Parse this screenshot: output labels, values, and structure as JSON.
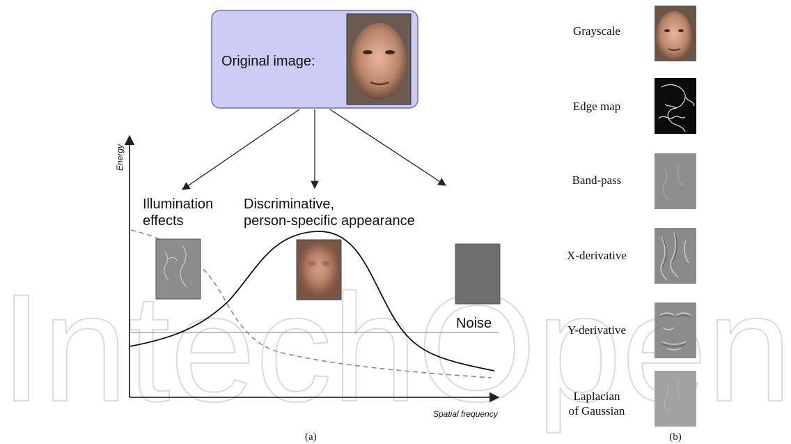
{
  "watermark": "IntechOpen",
  "panel_a": {
    "source_box_label": "Original image:",
    "y_axis_label": "Energy",
    "x_axis_label": "Spatial frequency",
    "regions": {
      "illumination_line1": "Illumination",
      "illumination_line2": "effects",
      "discriminative_line1": "Discriminative,",
      "discriminative_line2": "person-specific appearance",
      "noise": "Noise"
    },
    "caption": "(a)"
  },
  "panel_b": {
    "items": [
      {
        "label_lines": [
          "Grayscale"
        ],
        "icon": "grayscale-face-thumbnail"
      },
      {
        "label_lines": [
          "Edge map"
        ],
        "icon": "edge-map-thumbnail"
      },
      {
        "label_lines": [
          "Band-pass"
        ],
        "icon": "band-pass-thumbnail"
      },
      {
        "label_lines": [
          "X-derivative"
        ],
        "icon": "x-derivative-thumbnail"
      },
      {
        "label_lines": [
          "Y-derivative"
        ],
        "icon": "y-derivative-thumbnail"
      },
      {
        "label_lines": [
          "Laplacian",
          "of Gaussian"
        ],
        "icon": "laplacian-thumbnail"
      }
    ],
    "caption": "(b)"
  },
  "colors": {
    "source_box_fill": "#ccccf5",
    "source_box_stroke": "#6f6fae",
    "curve": "#111111",
    "dashed_curve": "#8a8a8a",
    "noise_line": "#9a9a9a",
    "watermark": "#d6d6d6"
  }
}
